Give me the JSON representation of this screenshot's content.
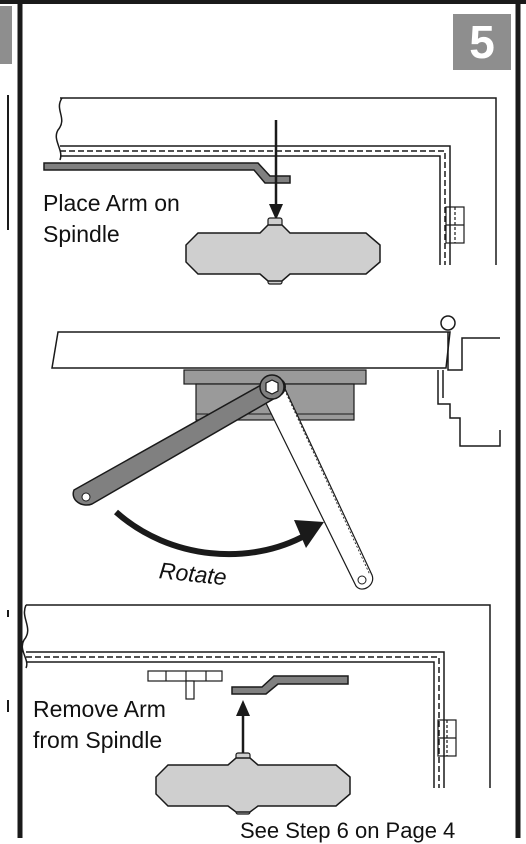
{
  "step": {
    "number": "5"
  },
  "captions": {
    "place_line1": "Place Arm on",
    "place_line2": "Spindle",
    "rotate": "Rotate",
    "remove_line1": "Remove Arm",
    "remove_line2": "from Spindle"
  },
  "footer": "See Step 6 on Page 4",
  "colors": {
    "badge": "#8e8e8e",
    "arm": "#808080",
    "closer_body": "#cfcfcf",
    "outline": "#1a1a1a"
  }
}
